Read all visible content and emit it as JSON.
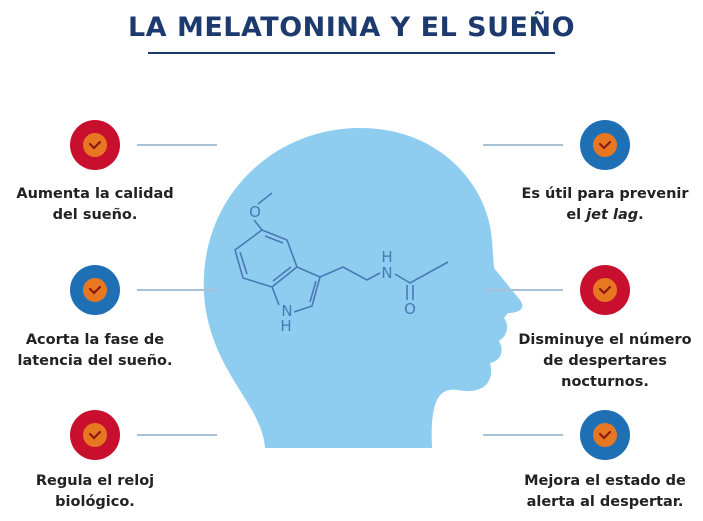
{
  "title": "LA MELATONINA Y EL SUEÑO",
  "colors": {
    "title": "#1d3a6e",
    "head": "#8ecdf0",
    "molecule": "#4a78b5",
    "red": "#c8102e",
    "blue": "#1f6fb5",
    "orange": "#e87722",
    "line": "#a9c1d6"
  },
  "molecule": {
    "atom_o_methoxy": "O",
    "atom_nh_ring_n": "N",
    "atom_nh_ring_h": "H",
    "atom_amide_n": "N",
    "atom_amide_h": "H",
    "atom_carbonyl_o": "O"
  },
  "benefits": {
    "left": [
      {
        "icon": "check-icon",
        "ring_color": "red",
        "lines": [
          "Aumenta la calidad",
          "del sueño."
        ]
      },
      {
        "icon": "check-icon",
        "ring_color": "blue",
        "lines": [
          "Acorta la fase de",
          "latencia del sueño."
        ]
      },
      {
        "icon": "check-icon",
        "ring_color": "red",
        "lines": [
          "Regula el reloj",
          "biológico."
        ]
      }
    ],
    "right": [
      {
        "icon": "check-icon",
        "ring_color": "blue",
        "lines": [
          "Es útil para prevenir",
          "el ",
          "jet lag",
          "."
        ]
      },
      {
        "icon": "check-icon",
        "ring_color": "red",
        "lines": [
          "Disminuye el número",
          "de despertares",
          "nocturnos."
        ]
      },
      {
        "icon": "check-icon",
        "ring_color": "blue",
        "lines": [
          "Mejora el estado de",
          "alerta al despertar."
        ]
      }
    ]
  }
}
